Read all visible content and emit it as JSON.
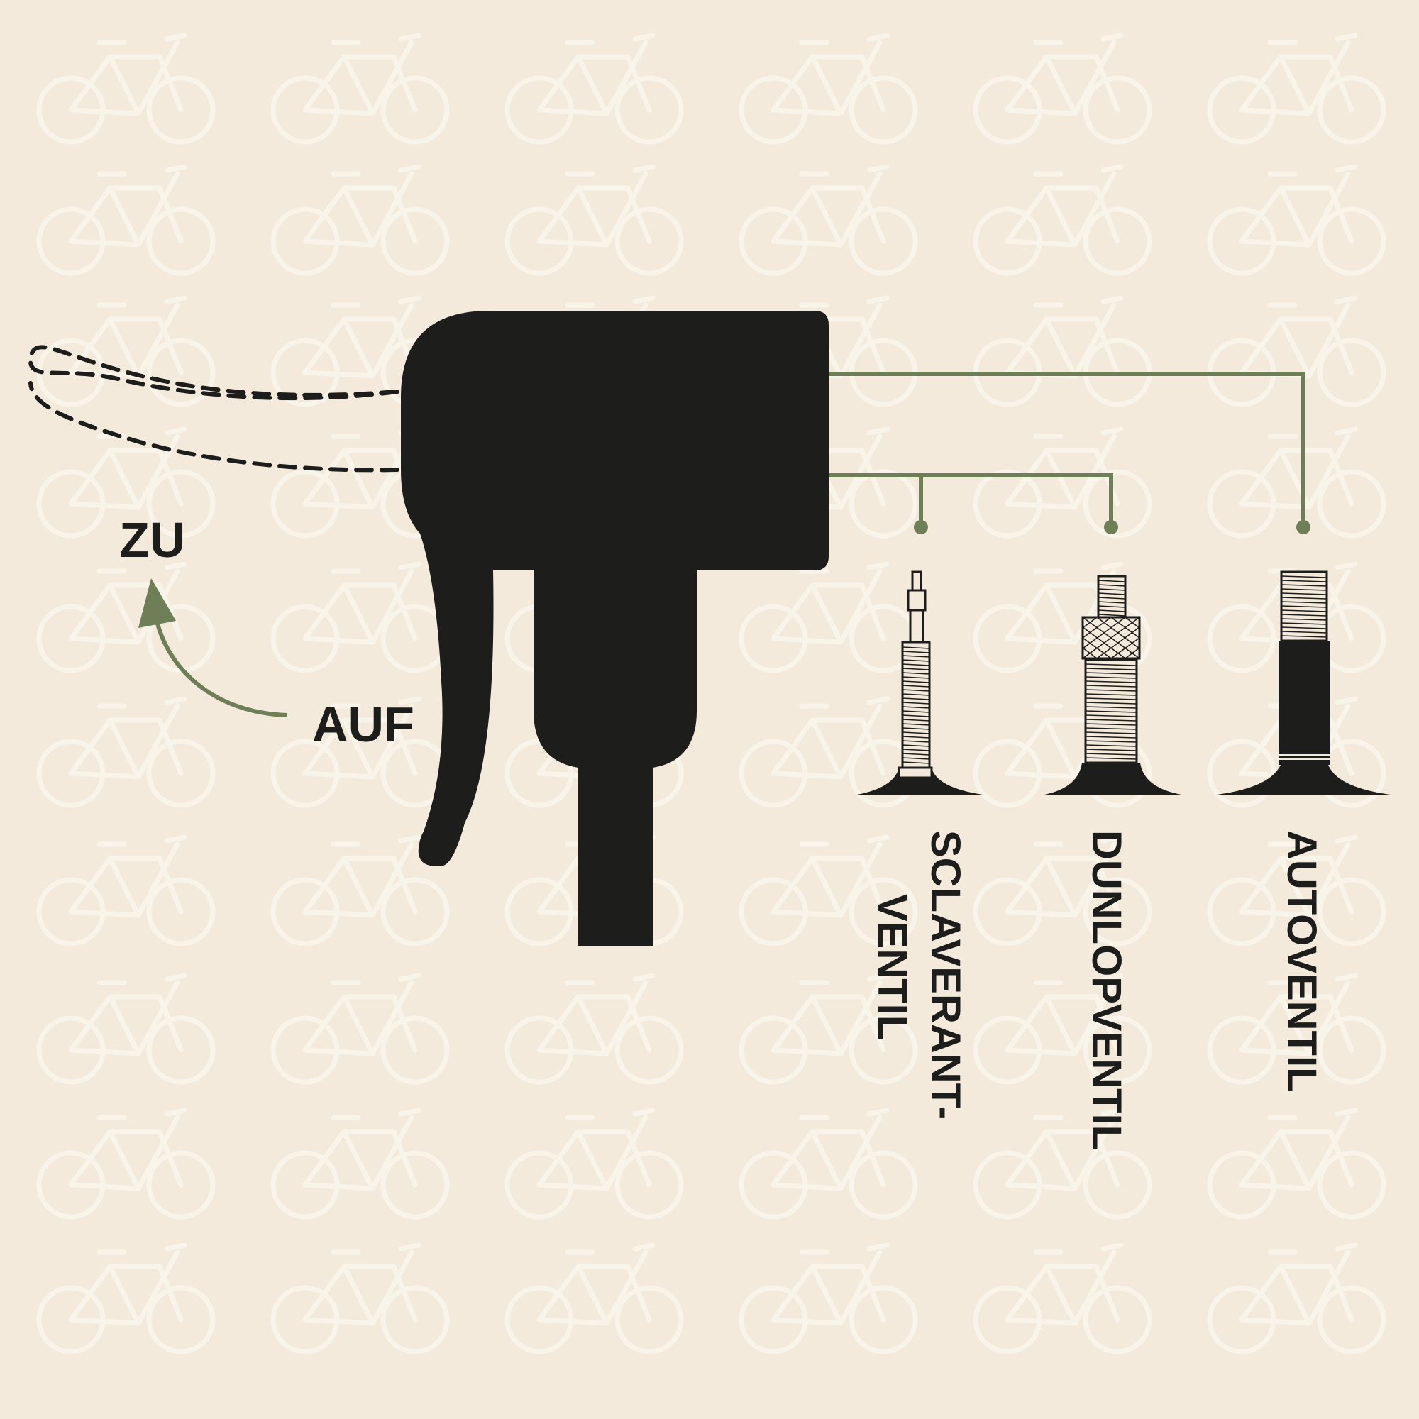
{
  "colors": {
    "background": "#f3eadb",
    "pattern": "#f9f4ea",
    "ink": "#1d1d1b",
    "accent_green": "#6e7f57"
  },
  "lever": {
    "closed_label": "ZU",
    "open_label": "AUF"
  },
  "valves": [
    {
      "id": "sclaverand",
      "label_lines": [
        "SCLAVERANT-",
        "VENTIL"
      ]
    },
    {
      "id": "dunlop",
      "label_lines": [
        "DUNLOPVENTIL"
      ]
    },
    {
      "id": "auto",
      "label_lines": [
        "AUTOVENTIL"
      ]
    }
  ],
  "icons": {
    "background_pattern": "bicycle-icon",
    "pump_head": "pump-head-icon"
  }
}
